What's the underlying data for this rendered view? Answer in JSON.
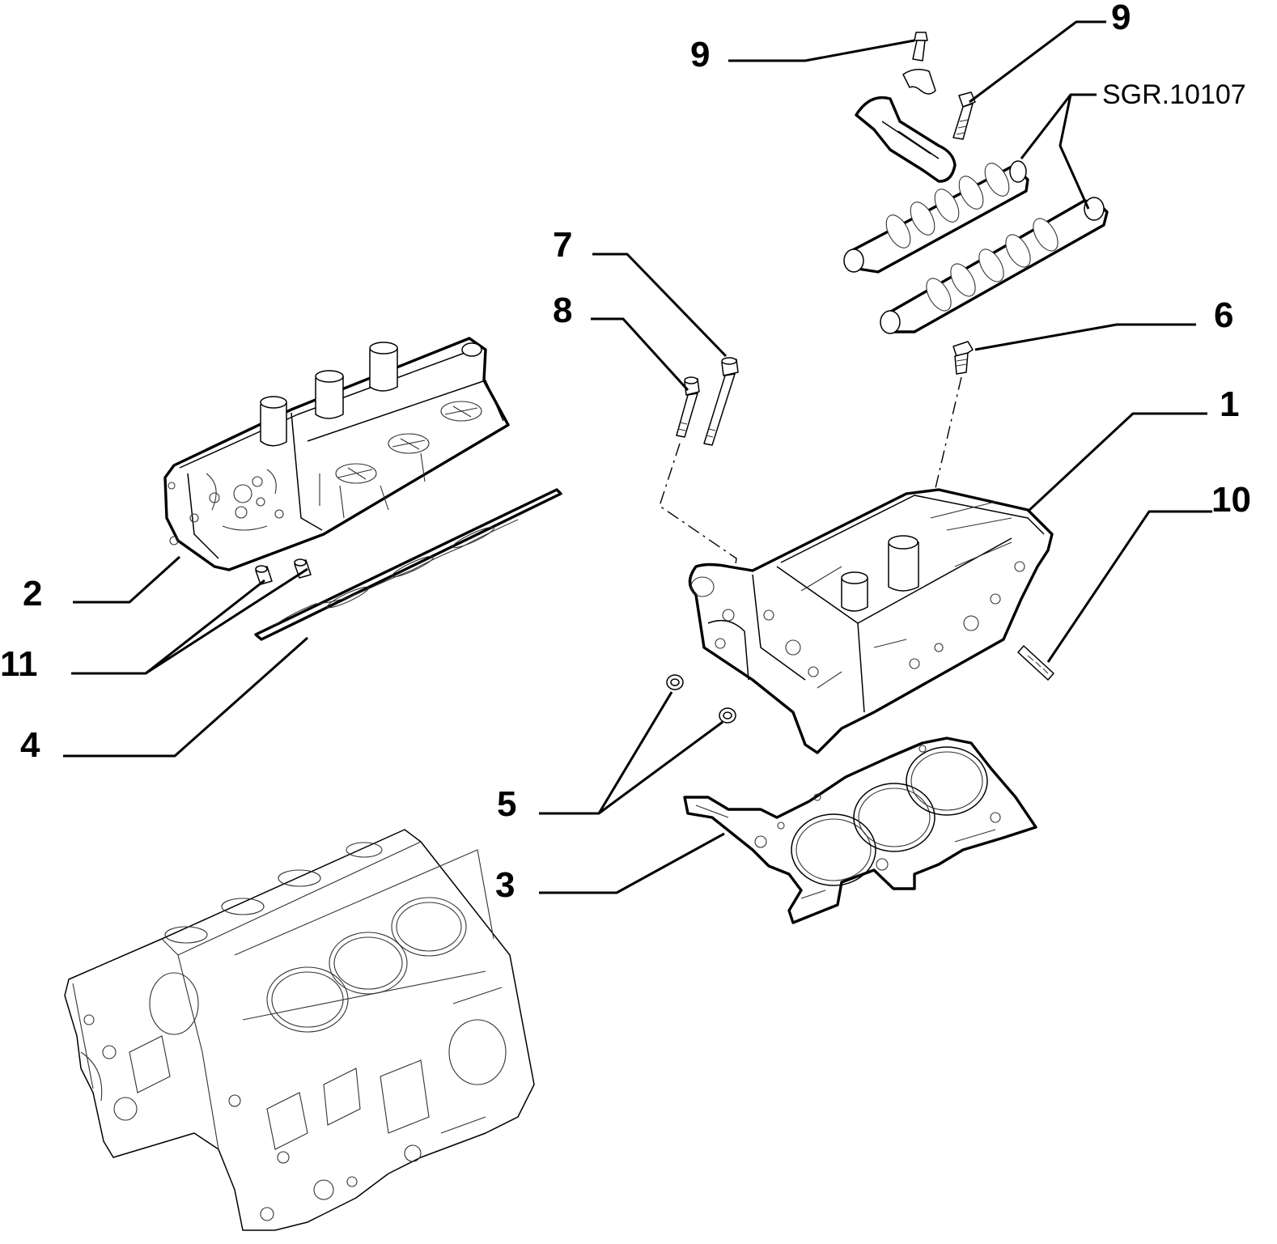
{
  "callouts": {
    "c1": "1",
    "c2": "2",
    "c3": "3",
    "c4": "4",
    "c5": "5",
    "c6": "6",
    "c7": "7",
    "c8": "8",
    "c9a": "9",
    "c9b": "9",
    "c10": "10",
    "c11": "11"
  },
  "reference": "SGR.10107"
}
